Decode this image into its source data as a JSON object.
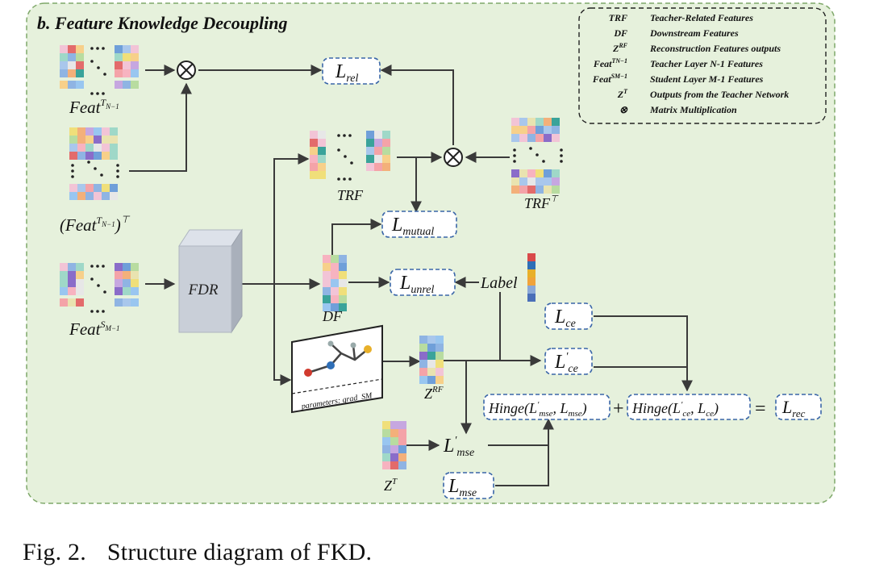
{
  "panel_title": "b. Feature Knowledge Decoupling",
  "legend": [
    {
      "symbol": "TRF",
      "desc": "Teacher-Related Features"
    },
    {
      "symbol": "DF",
      "desc": "Downstream Features"
    },
    {
      "symbol": "Z^RF",
      "desc": "Reconstruction Features outputs"
    },
    {
      "symbol": "Feat^T_N-1",
      "desc": "Teacher Layer N-1 Features"
    },
    {
      "symbol": "Feat^S_M-1",
      "desc": "Student Layer M-1 Features"
    },
    {
      "symbol": "Z^T",
      "desc": "Outputs from the Teacher Network"
    },
    {
      "symbol": "⊗",
      "desc": "Matrix Multiplication"
    }
  ],
  "labels": {
    "feat_t": "Feat^T_N-1",
    "feat_t_transpose": "(Feat^T_N-1)^⊤",
    "feat_s": "Feat^S_M-1",
    "fdr": "FDR",
    "trf": "TRF",
    "trf_transpose": "TRF^⊤",
    "df": "DF",
    "zrf": "Z^RF",
    "zt": "Z^T",
    "label": "Label",
    "parameters": "parameters: grad_SM"
  },
  "losses": {
    "rel": "L_rel",
    "mutual": "L_mutual",
    "unrel": "L_unrel",
    "ce": "L_ce",
    "ce_prime": "L'_ce",
    "mse_prime": "L'_mse",
    "mse": "L_mse",
    "rec": "L_rec",
    "hinge_mse": "Hinge(L'_mse, L_mse)",
    "hinge_ce": "Hinge(L'_ce, L_ce)",
    "plus": "+",
    "equals": "="
  },
  "caption": {
    "fig": "Fig. 2.",
    "text": "Structure diagram of FKD."
  },
  "colors": {
    "panel_bg": "#e6f1dc",
    "panel_border": "#7fa86a",
    "loss_border": "#3a66a8",
    "fdr_box": "#c9cfd8"
  }
}
